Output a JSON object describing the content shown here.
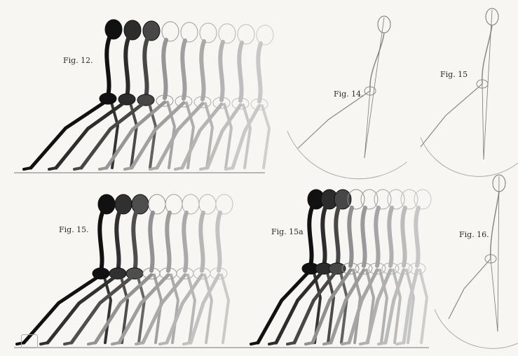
{
  "figures": {
    "fig12": {
      "label": "Fig. 12."
    },
    "fig14": {
      "label": "Fig. 14."
    },
    "fig15": {
      "label": "Fig. 15"
    },
    "fig15_lower": {
      "label": "Fig. 15."
    },
    "fig15a": {
      "label": "Fig. 15a"
    },
    "fig16": {
      "label": "Fig. 16."
    }
  },
  "colors": {
    "paper": "#f7f6f2",
    "ink": "#111111",
    "line": "#555555"
  }
}
